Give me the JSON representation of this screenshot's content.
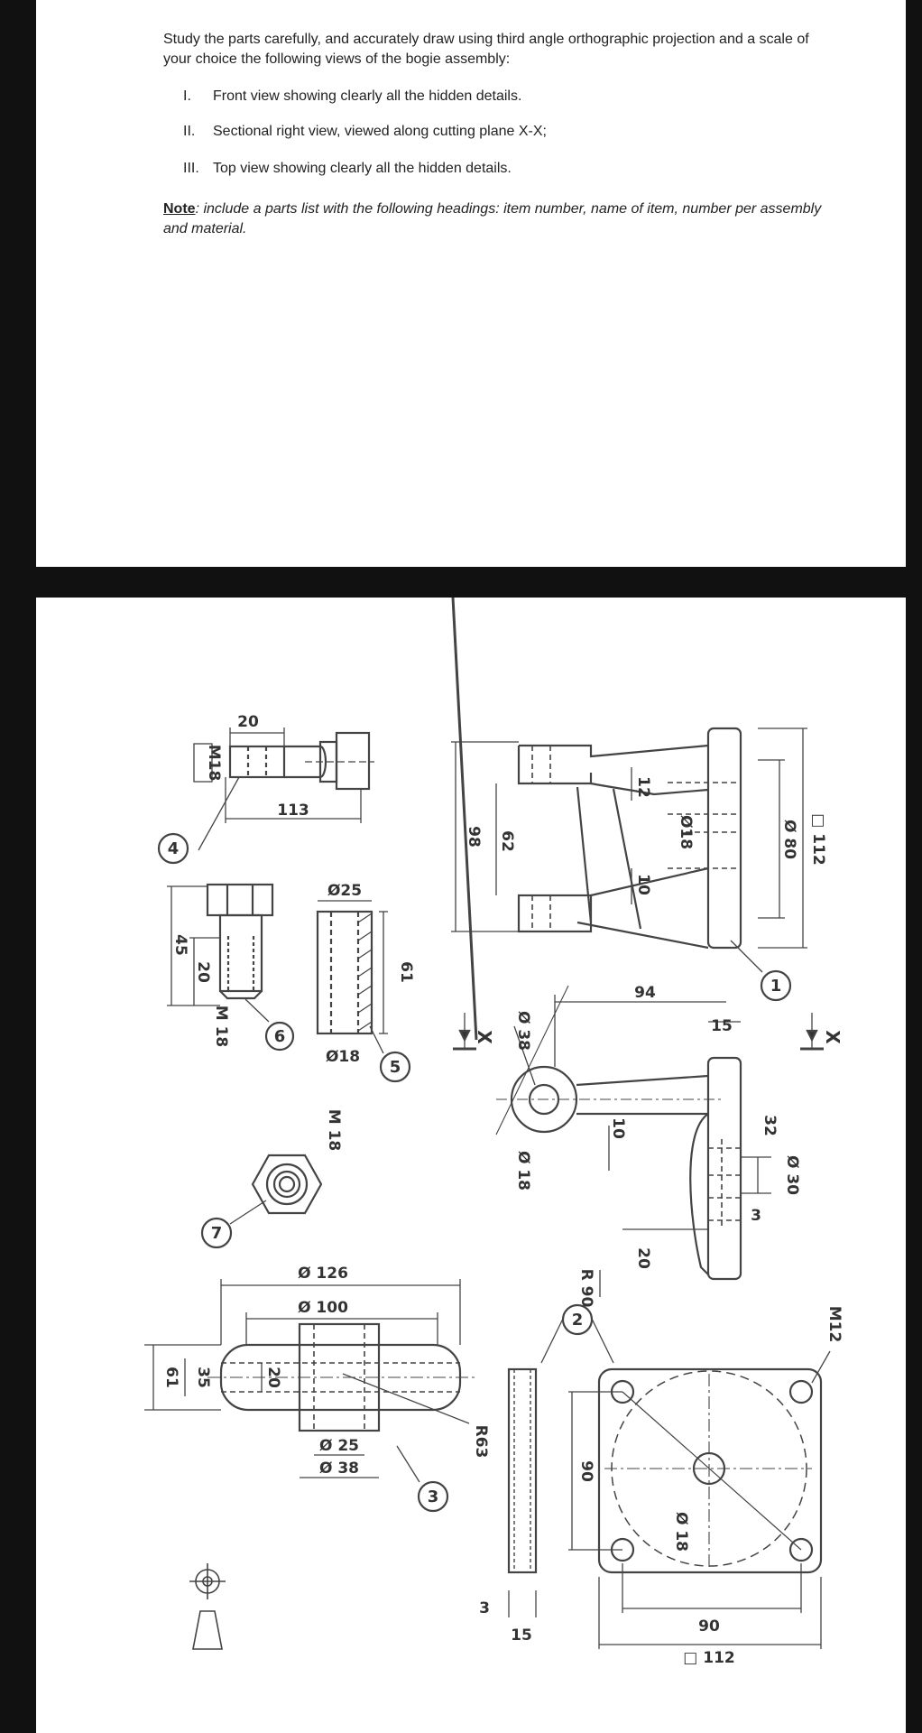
{
  "instructions": {
    "intro": "Study the parts carefully, and accurately draw using third angle orthographic projection and a scale of your choice the following views of the bogie assembly:",
    "items": [
      {
        "num": "I.",
        "text": "Front view showing clearly all the hidden details."
      },
      {
        "num": "II.",
        "text": "Sectional right view, viewed along cutting plane X-X;"
      },
      {
        "num": "III.",
        "text": "Top view showing clearly all the hidden details."
      }
    ],
    "note_label": "Note",
    "note_text": ": include a parts list with the following headings: item number, name of item, number per assembly and material."
  },
  "drawing": {
    "part_numbers": [
      "1",
      "2",
      "3",
      "4",
      "5",
      "6",
      "7"
    ],
    "dims": {
      "d20_top": "20",
      "m18_a": "M18",
      "d113": "113",
      "phi25_a": "Ø25",
      "d45": "45",
      "d20_b": "20",
      "m18_b": "M 18",
      "phi18_a": "Ø18",
      "d61_a": "61",
      "m18_c": "M 18",
      "d98": "98",
      "d62": "62",
      "d12": "12",
      "d10_a": "10",
      "phi18_b": "Ø18",
      "phi80": "Ø 80",
      "sq112_a": "□ 112",
      "d94": "94",
      "d15_a": "15",
      "phi38_a": "Ø 38",
      "phi18_c": "Ø 18",
      "d10_b": "10",
      "r90": "R 90",
      "d20_c": "20",
      "d32": "32",
      "phi30": "Ø 30",
      "d3_a": "3",
      "x_left": "X",
      "x_right": "X",
      "phi126": "Ø 126",
      "phi100": "Ø 100",
      "d61_b": "61",
      "d35": "35",
      "d20_d": "20",
      "phi25_b": "Ø 25",
      "phi38_b": "Ø 38",
      "r63": "R63",
      "d3_b": "3",
      "d15_b": "15",
      "d90_a": "90",
      "phi18_d": "Ø 18",
      "d90_b": "90",
      "sq112_b": "□ 112",
      "m12": "M12"
    }
  }
}
